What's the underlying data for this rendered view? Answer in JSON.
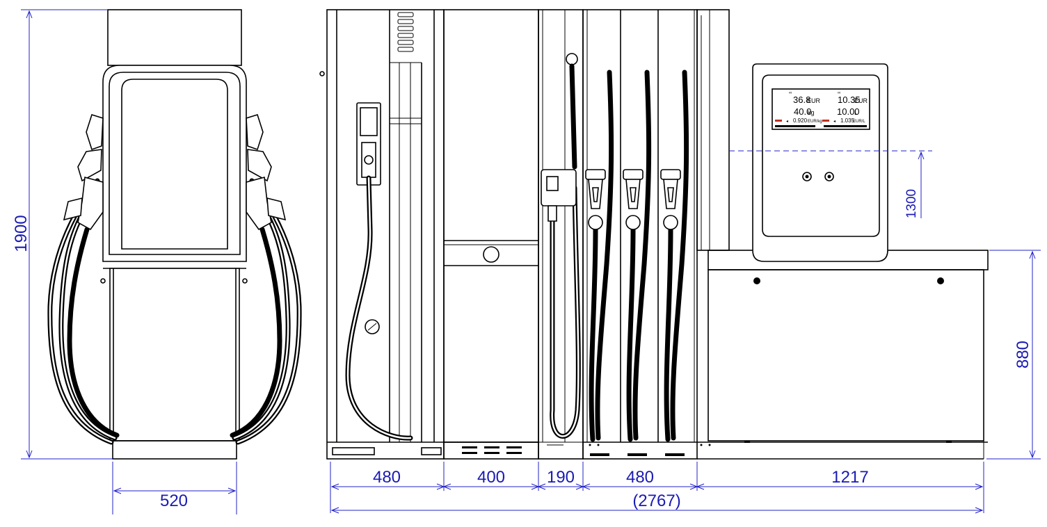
{
  "dimensions": {
    "side_height": "1900",
    "side_width": "520",
    "seg_1": "480",
    "seg_2": "400",
    "seg_3": "190",
    "seg_4": "480",
    "seg_5": "1217",
    "total_width": "(2767)",
    "display_height": "1300",
    "base_height": "880"
  },
  "display": {
    "left": {
      "amount": "36.8",
      "amount_unit": "EUR",
      "volume": "40.0",
      "volume_unit": "kg",
      "price": "0.920",
      "price_unit": "EUR/kg"
    },
    "right": {
      "amount": "10.35",
      "amount_unit": "EUR",
      "volume": "10.00",
      "volume_unit": "L",
      "price": "1.035",
      "price_unit": "EUR/L"
    }
  },
  "colors": {
    "dimension": "#2020c8",
    "outline": "#000000",
    "background": "#ffffff"
  }
}
